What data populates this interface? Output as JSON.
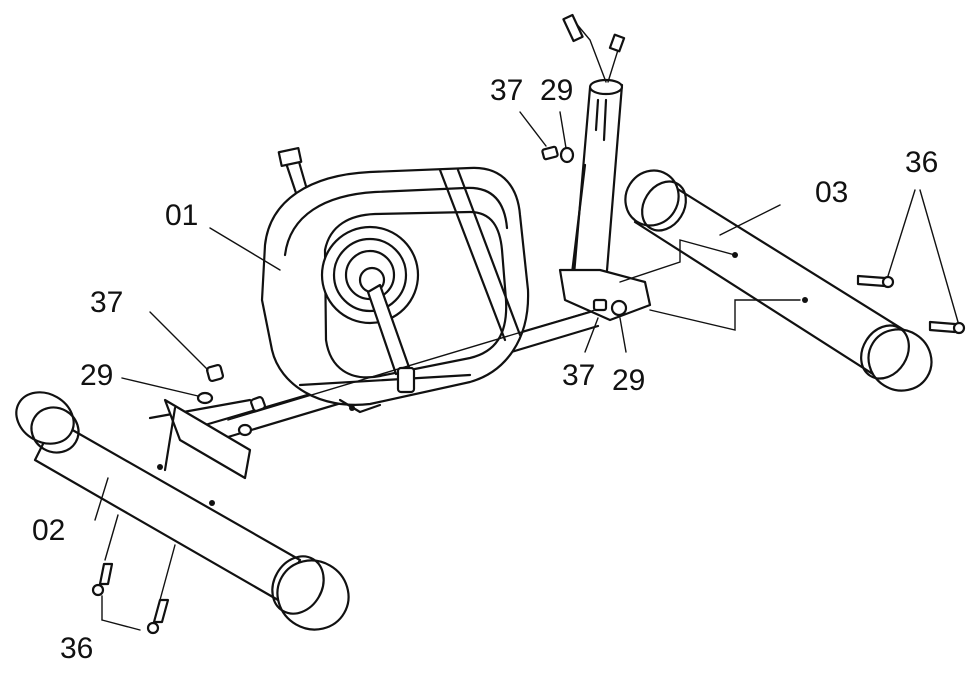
{
  "parts": {
    "main_frame": "01",
    "front_stabilizer": "02",
    "rear_stabilizer": "03",
    "washer": "29",
    "cap_nut": "37",
    "bolt": "36"
  },
  "labels": {
    "front_group": {
      "nut": "37",
      "washer": "29"
    },
    "top_group": {
      "nut": "37",
      "washer": "29"
    },
    "mid_group": {
      "nut": "37",
      "washer": "29"
    },
    "front_bolts": "36",
    "rear_bolts": "36"
  },
  "colors": {
    "ink": "#111111",
    "paper": "#ffffff"
  }
}
